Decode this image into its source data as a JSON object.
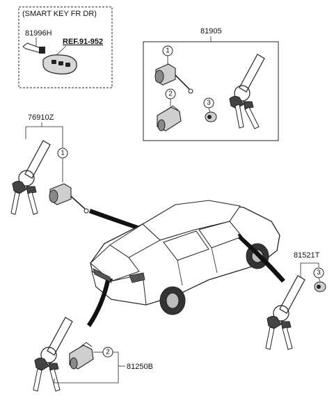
{
  "smart_key_box": {
    "title": "(SMART KEY FR DR)",
    "part_number": "81996H",
    "reference": "REF.91-952"
  },
  "groups": {
    "top_right": {
      "part_number": "81905"
    },
    "left": {
      "part_number": "76910Z"
    },
    "bottom": {
      "part_number": "81250B"
    },
    "right": {
      "part_number": "81521T"
    }
  },
  "callouts": {
    "c1_top": "1",
    "c2_top": "2",
    "c3_top": "3",
    "c1_left": "1",
    "c2_bottom": "2",
    "c3_right": "3"
  }
}
